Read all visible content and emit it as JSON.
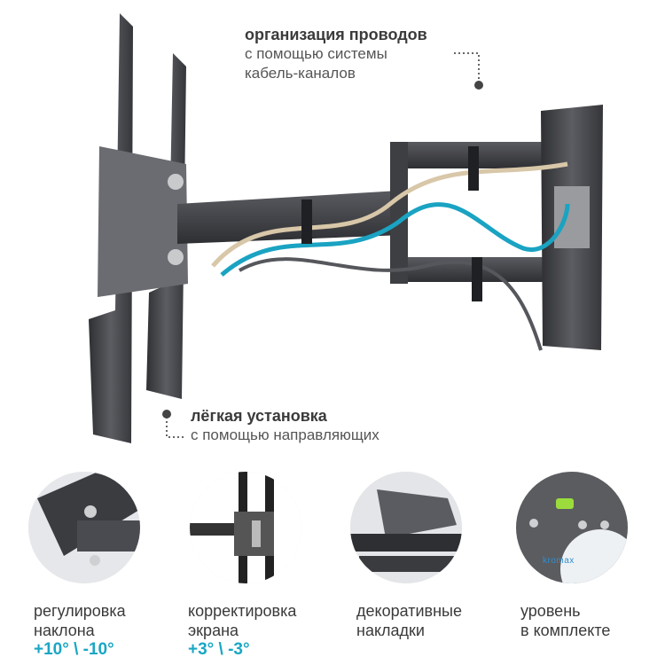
{
  "callouts": {
    "cables": {
      "title": "организация проводов",
      "line1": "с помощью системы",
      "line2": "кабель-каналов"
    },
    "install": {
      "title": "лёгкая установка",
      "line1": "с помощью направляющих"
    }
  },
  "features": [
    {
      "line1": "регулировка",
      "line2": "наклона",
      "value": "+10° \\ -10°"
    },
    {
      "line1": "корректировка",
      "line2": "экрана",
      "value": "+3° \\ -3°"
    },
    {
      "line1": "декоративные",
      "line2": "накладки",
      "value": ""
    },
    {
      "line1": "уровень",
      "line2": "в комплекте",
      "value": ""
    }
  ],
  "brand": {
    "logo_text": "kromax"
  },
  "colors": {
    "accent": "#19a7c4",
    "metal": "#4a4b4f",
    "cable_blue": "#1aa3c2",
    "cable_beige": "#d8c7a8"
  }
}
